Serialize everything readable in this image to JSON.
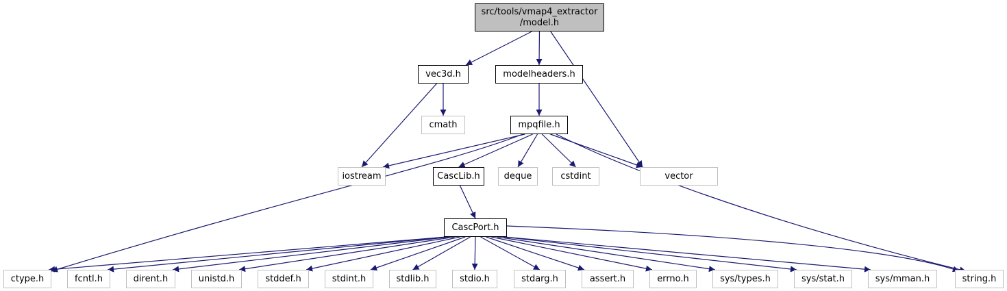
{
  "diagram": {
    "type": "include-dependency-graph",
    "edge_color": "#191970",
    "root": {
      "id": "model",
      "lines": [
        "src/tools/vmap4_extractor",
        "/model.h"
      ],
      "fill": "#bfbfbf"
    },
    "nodes": [
      {
        "id": "vec3d",
        "label": "vec3d.h",
        "kind": "documented"
      },
      {
        "id": "modelheaders",
        "label": "modelheaders.h",
        "kind": "documented"
      },
      {
        "id": "cmath",
        "label": "cmath",
        "kind": "system"
      },
      {
        "id": "mpqfile",
        "label": "mpqfile.h",
        "kind": "documented"
      },
      {
        "id": "iostream",
        "label": "iostream",
        "kind": "system"
      },
      {
        "id": "casclib",
        "label": "CascLib.h",
        "kind": "documented"
      },
      {
        "id": "deque",
        "label": "deque",
        "kind": "system"
      },
      {
        "id": "cstdint",
        "label": "cstdint",
        "kind": "system"
      },
      {
        "id": "vector",
        "label": "vector",
        "kind": "system"
      },
      {
        "id": "cascport",
        "label": "CascPort.h",
        "kind": "documented"
      },
      {
        "id": "ctype",
        "label": "ctype.h",
        "kind": "system"
      },
      {
        "id": "fcntl",
        "label": "fcntl.h",
        "kind": "system"
      },
      {
        "id": "dirent",
        "label": "dirent.h",
        "kind": "system"
      },
      {
        "id": "unistd",
        "label": "unistd.h",
        "kind": "system"
      },
      {
        "id": "stddef",
        "label": "stddef.h",
        "kind": "system"
      },
      {
        "id": "stdint",
        "label": "stdint.h",
        "kind": "system"
      },
      {
        "id": "stdlib",
        "label": "stdlib.h",
        "kind": "system"
      },
      {
        "id": "stdio",
        "label": "stdio.h",
        "kind": "system"
      },
      {
        "id": "stdarg",
        "label": "stdarg.h",
        "kind": "system"
      },
      {
        "id": "assert",
        "label": "assert.h",
        "kind": "system"
      },
      {
        "id": "errno",
        "label": "errno.h",
        "kind": "system"
      },
      {
        "id": "systypes",
        "label": "sys/types.h",
        "kind": "system"
      },
      {
        "id": "sysstat",
        "label": "sys/stat.h",
        "kind": "system"
      },
      {
        "id": "sysmman",
        "label": "sys/mman.h",
        "kind": "system"
      },
      {
        "id": "string",
        "label": "string.h",
        "kind": "system"
      }
    ],
    "edges": [
      [
        "model",
        "vec3d"
      ],
      [
        "model",
        "modelheaders"
      ],
      [
        "model",
        "vector"
      ],
      [
        "vec3d",
        "cmath"
      ],
      [
        "vec3d",
        "iostream"
      ],
      [
        "modelheaders",
        "mpqfile"
      ],
      [
        "mpqfile",
        "iostream"
      ],
      [
        "mpqfile",
        "casclib"
      ],
      [
        "mpqfile",
        "deque"
      ],
      [
        "mpqfile",
        "cstdint"
      ],
      [
        "mpqfile",
        "vector"
      ],
      [
        "mpqfile",
        "ctype"
      ],
      [
        "mpqfile",
        "string"
      ],
      [
        "casclib",
        "cascport"
      ],
      [
        "cascport",
        "ctype"
      ],
      [
        "cascport",
        "fcntl"
      ],
      [
        "cascport",
        "dirent"
      ],
      [
        "cascport",
        "unistd"
      ],
      [
        "cascport",
        "stddef"
      ],
      [
        "cascport",
        "stdint"
      ],
      [
        "cascport",
        "stdlib"
      ],
      [
        "cascport",
        "stdio"
      ],
      [
        "cascport",
        "stdarg"
      ],
      [
        "cascport",
        "assert"
      ],
      [
        "cascport",
        "errno"
      ],
      [
        "cascport",
        "systypes"
      ],
      [
        "cascport",
        "sysstat"
      ],
      [
        "cascport",
        "sysmman"
      ],
      [
        "cascport",
        "string"
      ]
    ]
  }
}
